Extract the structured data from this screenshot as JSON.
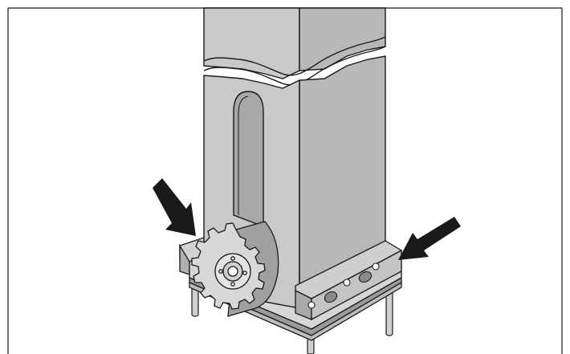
{
  "illustration": {
    "colors": {
      "background": "#ffffff",
      "line": "#1a1a1a",
      "post_front": "#c9c9c9",
      "post_side": "#b8b8b8",
      "slot": "#a8a8a8",
      "base": "#d2d2d2",
      "base_side": "#9a9a9a",
      "gear": "#d8d8d8",
      "gear_shadow": "#a0a0a0",
      "arrow": "#1a1a1a"
    },
    "parts": {
      "post": "square-post",
      "base": "mounting-base-plate",
      "gear": "pinion-gear",
      "bolts": "anchor-bolts",
      "arrows": "callout-arrows"
    },
    "arrow_count": 2
  }
}
